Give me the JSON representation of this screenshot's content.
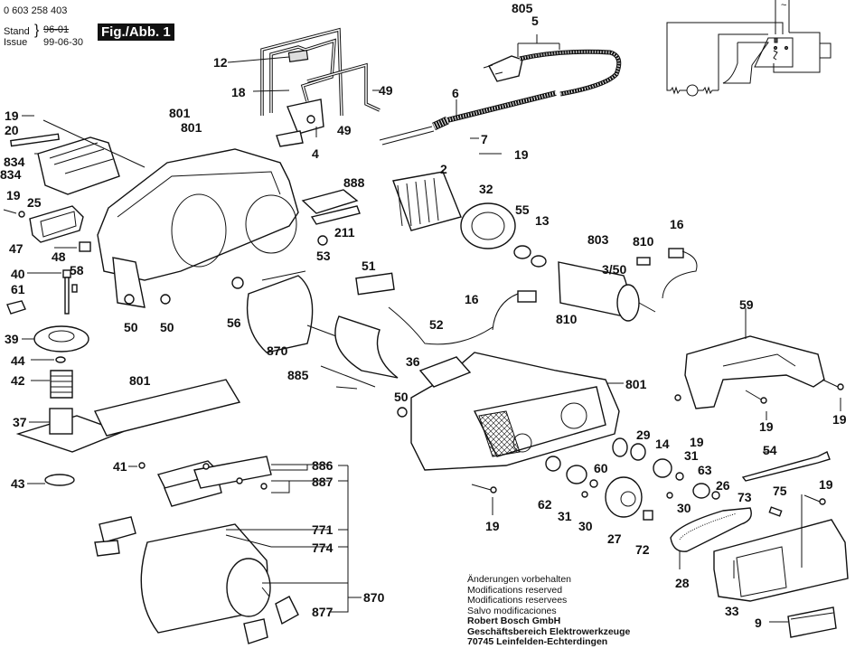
{
  "header": {
    "part_number": "0 603 258 403",
    "stand_label": "Stand",
    "issue_label": "Issue",
    "old_date": "96-01",
    "issue_date": "99-06-30",
    "figure_label": "Fig./Abb. 1"
  },
  "footer": {
    "lines": [
      "Änderungen vorbehalten",
      "Modifications reserved",
      "Modifications reservees",
      "Salvo modificaciones"
    ],
    "company": "Robert Bosch GmbH",
    "division": "Geschäftsbereich Elektrowerkzeuge",
    "address": "70745 Leinfelden-Echterdingen"
  },
  "circuit": {
    "ac_symbol": "~"
  },
  "labels": {
    "l805": "805",
    "l5": "5",
    "l12": "12",
    "l18": "18",
    "l49a": "49",
    "l49b": "49",
    "l4": "4",
    "l6": "6",
    "l7": "7",
    "l19a": "19",
    "l2": "2",
    "l19b": "19",
    "l20": "20",
    "l834a": "834",
    "l834b": "834",
    "l19c": "19",
    "l25": "25",
    "l47": "47",
    "l48": "48",
    "l40": "40",
    "l58": "58",
    "l61": "61",
    "l50a": "50",
    "l50b": "50",
    "l39": "39",
    "l44": "44",
    "l42": "42",
    "l37": "37",
    "l41": "41",
    "l43": "43",
    "l801a": "801",
    "l801b": "801",
    "l801c": "801",
    "l888": "888",
    "l211": "211",
    "l53": "53",
    "l56": "56",
    "l51": "51",
    "l870a": "870",
    "l885": "885",
    "l36": "36",
    "l52": "52",
    "l32": "32",
    "l55": "55",
    "l13": "13",
    "l803": "803",
    "l350": "3/50",
    "l810a": "810",
    "l16a": "16",
    "l16b": "16",
    "l810b": "810",
    "l59": "59",
    "l19d": "19",
    "l19e": "19",
    "l801d": "801",
    "l50c": "50",
    "l29": "29",
    "l14": "14",
    "l19f": "19",
    "l31a": "31",
    "l63": "63",
    "l26": "26",
    "l73": "73",
    "l30a": "30",
    "l60": "60",
    "l62": "62",
    "l31b": "31",
    "l30b": "30",
    "l27": "27",
    "l72": "72",
    "l19g": "19",
    "l54": "54",
    "l75": "75",
    "l19h": "19",
    "l28": "28",
    "l33": "33",
    "l9": "9",
    "l886": "886",
    "l887": "887",
    "l771": "771",
    "l774": "774",
    "l870b": "870",
    "l877": "877"
  }
}
